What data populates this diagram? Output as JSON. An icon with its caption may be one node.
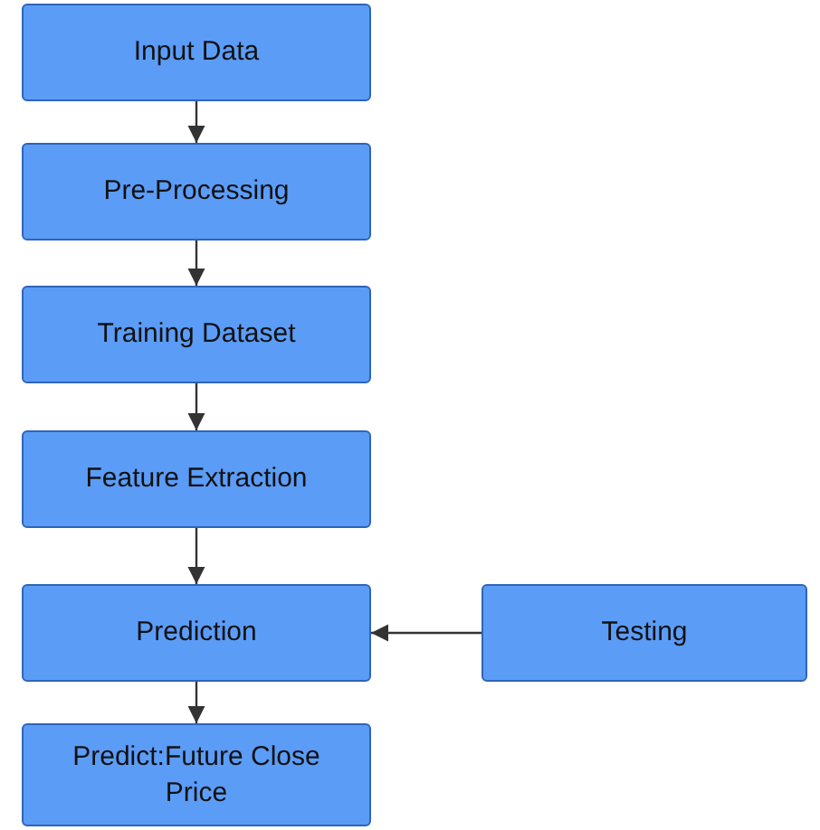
{
  "diagram": {
    "nodes": [
      {
        "text": [
          "Input Data"
        ]
      },
      {
        "text": [
          "Pre-Processing"
        ]
      },
      {
        "text": [
          "Training Dataset"
        ]
      },
      {
        "text": [
          "Feature Extraction"
        ]
      },
      {
        "text": [
          "Prediction"
        ]
      },
      {
        "text": [
          "Testing"
        ]
      },
      {
        "text": [
          "Predict:Future Close Price"
        ]
      }
    ],
    "edges": [
      {
        "from": 0,
        "to": 1,
        "arrow": "to"
      },
      {
        "from": 1,
        "to": 2,
        "arrow": "to"
      },
      {
        "from": 2,
        "to": 3,
        "arrow": "to"
      },
      {
        "from": 3,
        "to": 4,
        "arrow": "to"
      },
      {
        "from": 5,
        "to": 4,
        "arrow": "to"
      },
      {
        "from": 4,
        "to": 6,
        "arrow": "to"
      }
    ]
  }
}
